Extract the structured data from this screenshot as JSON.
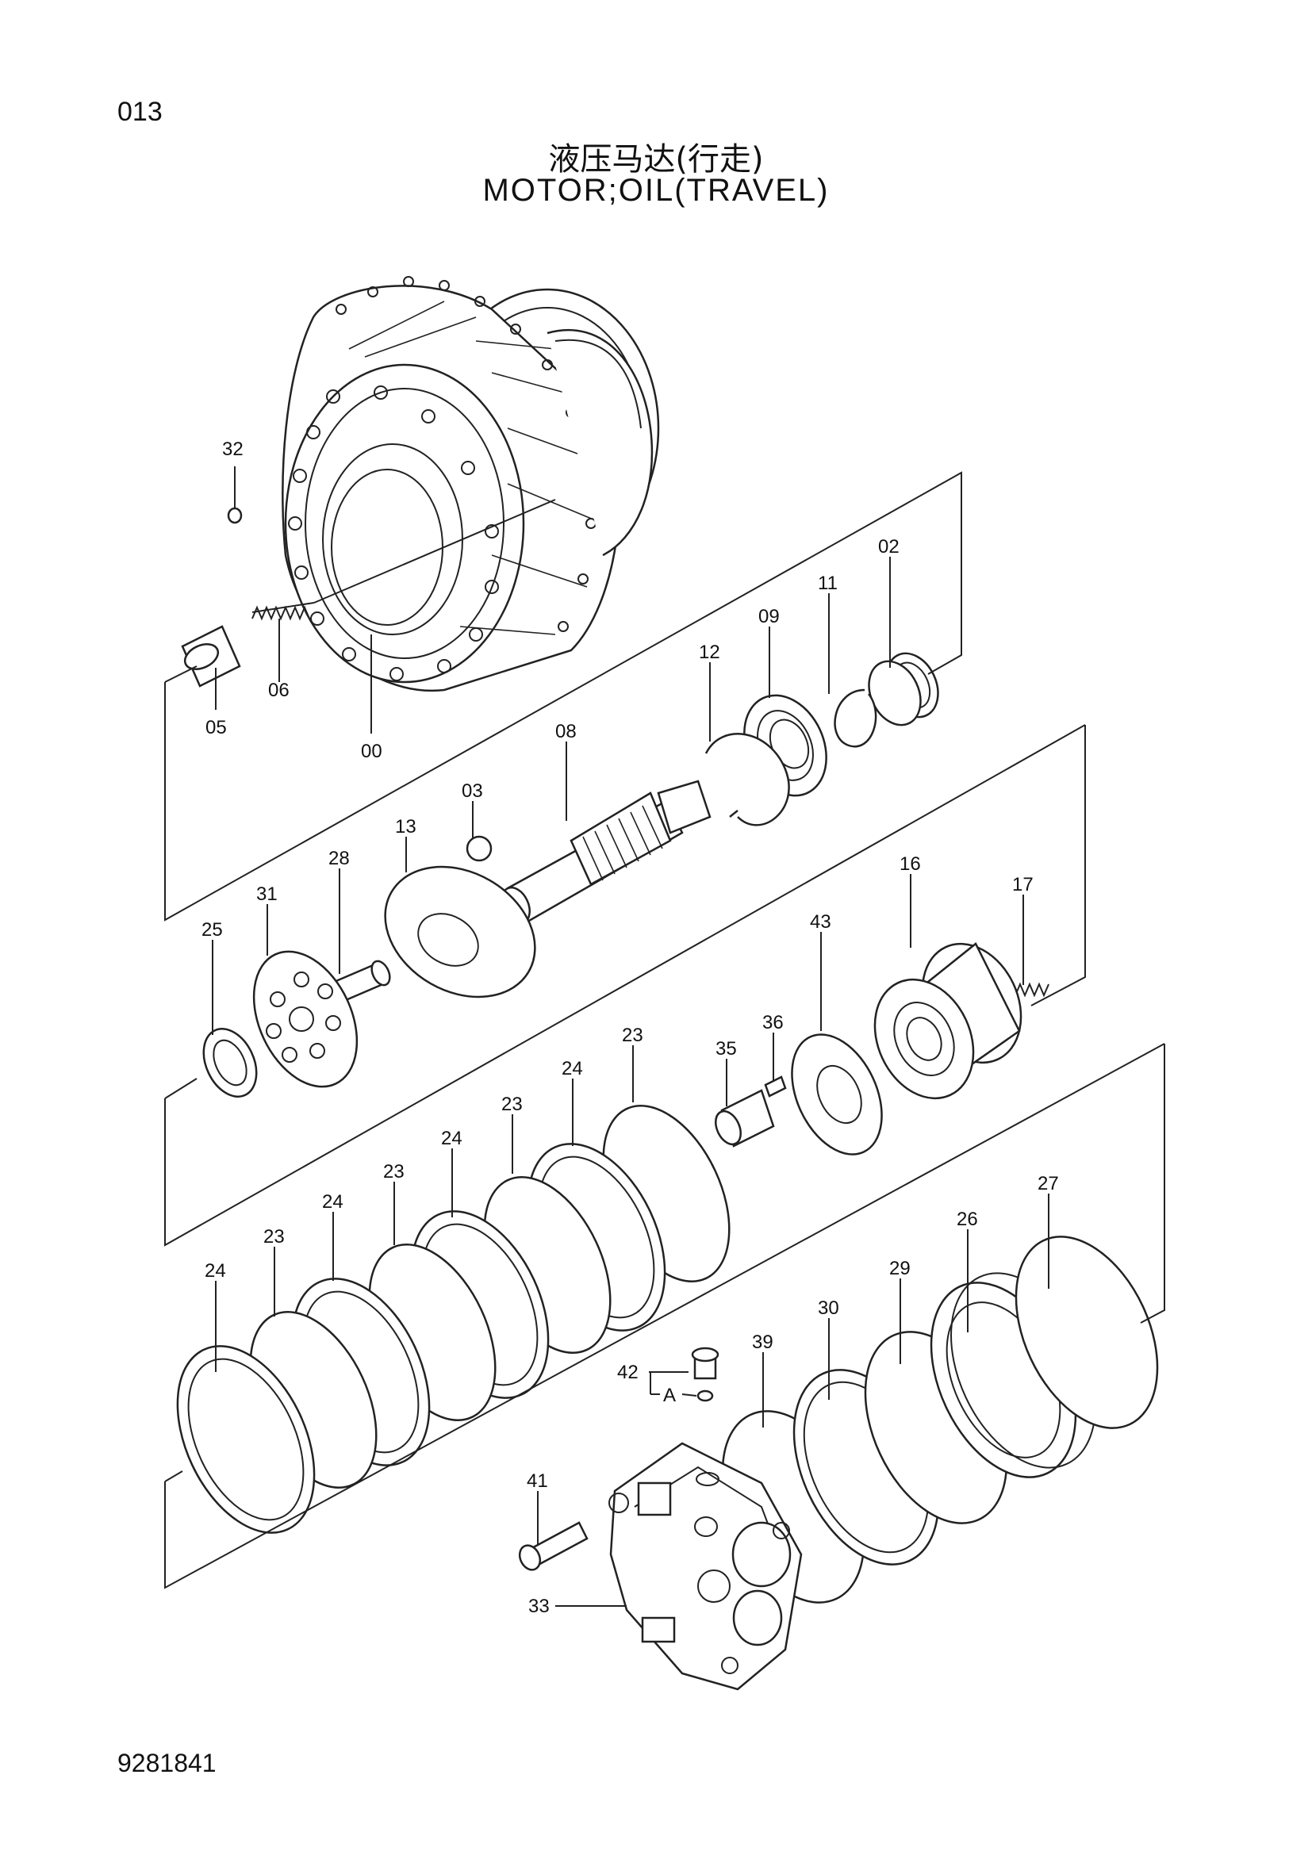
{
  "page_number": "013",
  "title_cn": "液压马达(行走)",
  "title_en": "MOTOR;OIL(TRAVEL)",
  "document_number": "9281841",
  "callouts": {
    "c00": "00",
    "c02": "02",
    "c03": "03",
    "c05": "05",
    "c06": "06",
    "c08": "08",
    "c09": "09",
    "c11": "11",
    "c12": "12",
    "c13": "13",
    "c16": "16",
    "c17": "17",
    "c23a": "23",
    "c23b": "23",
    "c23c": "23",
    "c23d": "23",
    "c24a": "24",
    "c24b": "24",
    "c24c": "24",
    "c24d": "24",
    "c25": "25",
    "c26": "26",
    "c27": "27",
    "c28": "28",
    "c29": "29",
    "c30": "30",
    "c31": "31",
    "c32": "32",
    "c33": "33",
    "c35": "35",
    "c36": "36",
    "c39": "39",
    "c41": "41",
    "c42": "42",
    "c43": "43",
    "cA": "A"
  }
}
